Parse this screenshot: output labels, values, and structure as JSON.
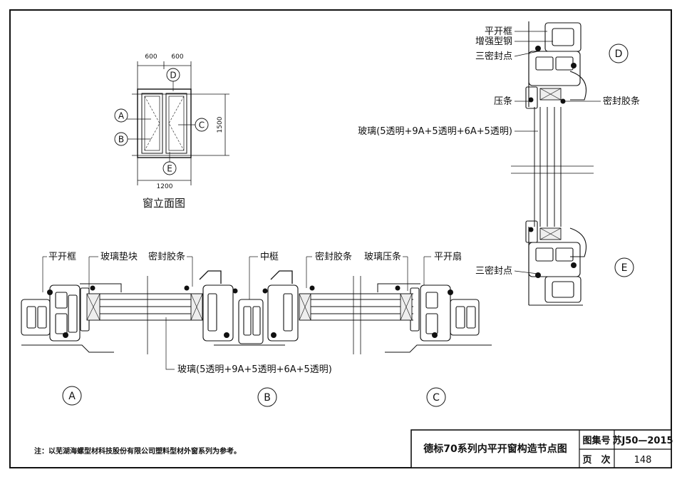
{
  "elevation": {
    "dim_top_left": "600",
    "dim_top_right": "600",
    "dim_bottom": "1200",
    "dim_right": "1500",
    "caption": "窗立面图",
    "callouts": {
      "a": "A",
      "b": "B",
      "c": "C",
      "d": "D",
      "e": "E"
    }
  },
  "horizontal_section": {
    "labels": {
      "frame": "平开框",
      "glass_block": "玻璃垫块",
      "seal_strip_1": "密封胶条",
      "mullion": "中梃",
      "seal_strip_2": "密封胶条",
      "glazing_bead": "玻璃压条",
      "sash": "平开扇",
      "glass": "玻璃(5透明+9A+5透明+6A+5透明)"
    },
    "markers": {
      "a": "A",
      "b": "B",
      "c": "C"
    }
  },
  "vertical_section": {
    "labels": {
      "frame": "平开框",
      "steel": "增强型钢",
      "triple_seal_top": "三密封点",
      "bead": "压条",
      "seal_strip": "密封胶条",
      "glass": "玻璃(5透明+9A+5透明+6A+5透明)",
      "triple_seal_bottom": "三密封点"
    },
    "markers": {
      "d": "D",
      "e": "E"
    }
  },
  "footer": {
    "note": "注：以芜湖海螺型材科技股份有限公司塑料型材外窗系列为参考。",
    "title": "德标70系列内平开窗构造节点图",
    "atlas_label": "图集号",
    "atlas_value": "苏J50—2015",
    "page_label": "页　次",
    "page_value": "148"
  }
}
